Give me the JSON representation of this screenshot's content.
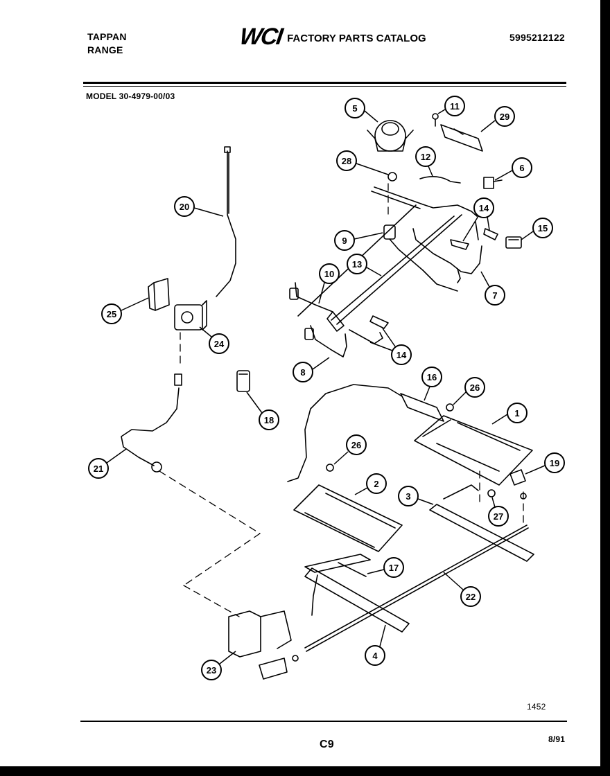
{
  "header": {
    "brand_line1": "TAPPAN",
    "brand_line2": "RANGE",
    "logo_text": "WCI",
    "title": "FACTORY PARTS CATALOG",
    "catalog_number": "5995212122"
  },
  "model": "MODEL 30-4979-00/03",
  "diagram": {
    "callouts": [
      "1",
      "2",
      "3",
      "4",
      "5",
      "6",
      "7",
      "8",
      "9",
      "10",
      "11",
      "12",
      "13",
      "14",
      "14",
      "15",
      "16",
      "17",
      "18",
      "19",
      "20",
      "21",
      "22",
      "23",
      "24",
      "25",
      "26",
      "26",
      "27",
      "28",
      "29"
    ]
  },
  "footer": {
    "code": "1452",
    "page": "C9",
    "date": "8/91"
  }
}
